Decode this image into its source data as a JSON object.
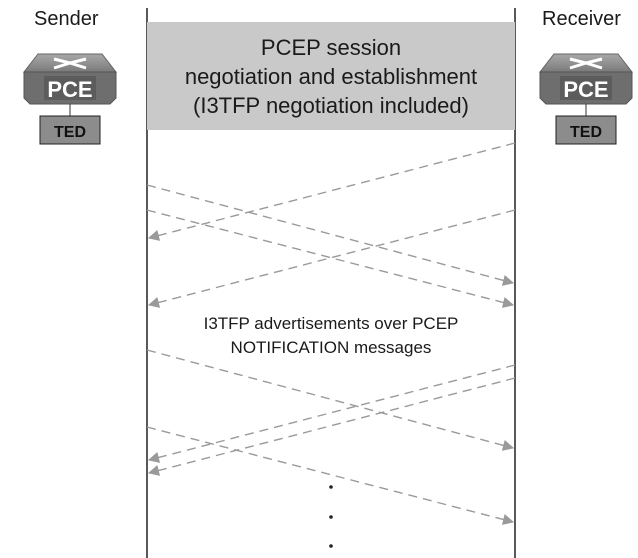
{
  "sender": {
    "label": "Sender",
    "pce_label": "PCE",
    "ted_label": "TED"
  },
  "receiver": {
    "label": "Receiver",
    "pce_label": "PCE",
    "ted_label": "TED"
  },
  "session_box": {
    "lines": [
      "PCEP session",
      "negotiation and establishment",
      "(I3TFP negotiation included)"
    ]
  },
  "advertisement": {
    "lines": [
      "I3TFP advertisements over PCEP",
      "NOTIFICATION messages"
    ]
  },
  "continuation": "..."
}
